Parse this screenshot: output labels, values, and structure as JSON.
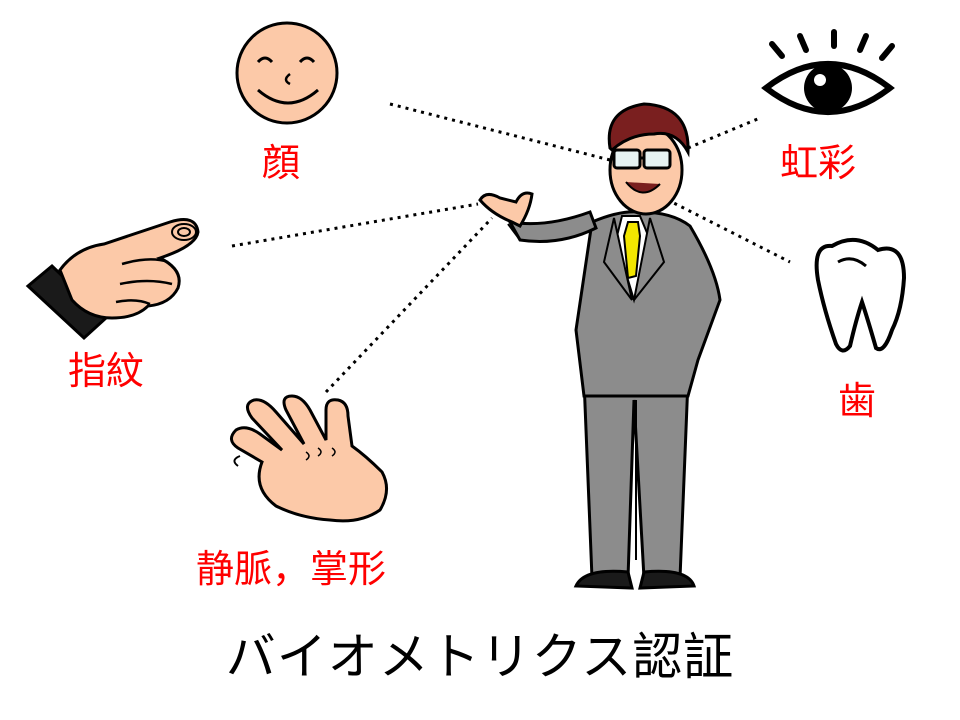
{
  "labels": {
    "face": "顔",
    "iris": "虹彩",
    "fingerprint": "指紋",
    "tooth": "歯",
    "vein_palm": "静脈，掌形"
  },
  "title": "バイオメトリクス認証",
  "colors": {
    "label": "#ff0000",
    "title": "#000000",
    "suit": "#8c8c8c",
    "skin": "#fcc9a8",
    "tie": "#f2e600",
    "hair": "#7a1f1f"
  },
  "icons": [
    "face-icon",
    "eye-icon",
    "pointing-hand-icon",
    "tooth-icon",
    "open-hand-icon",
    "businessman-figure"
  ]
}
